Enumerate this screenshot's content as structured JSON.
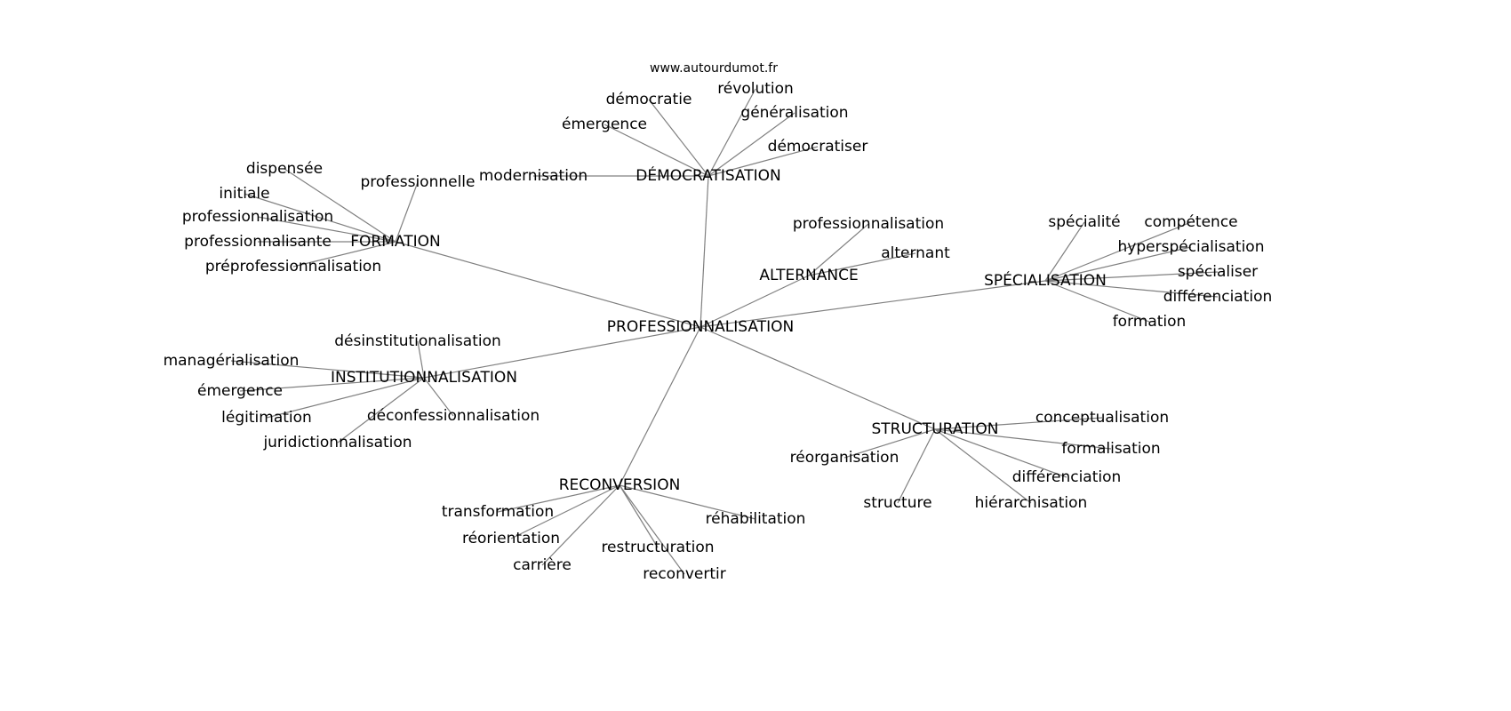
{
  "source": "www.autourdumot.fr",
  "center": "PROFESSIONNALISATION",
  "groups": [
    {
      "hub": "DÉMOCRATISATION",
      "words": [
        "démocratie",
        "révolution",
        "émergence",
        "généralisation",
        "démocratiser",
        "modernisation"
      ]
    },
    {
      "hub": "FORMATION",
      "words": [
        "dispensée",
        "professionnelle",
        "initiale",
        "professionnalisation",
        "professionnalisante",
        "préprofessionnalisation"
      ]
    },
    {
      "hub": "ALTERNANCE",
      "words": [
        "professionnalisation",
        "alternant"
      ]
    },
    {
      "hub": "SPÉCIALISATION",
      "words": [
        "spécialité",
        "compétence",
        "hyperspécialisation",
        "spécialiser",
        "différenciation",
        "formation"
      ]
    },
    {
      "hub": "INSTITUTIONNALISATION",
      "words": [
        "désinstitutionalisation",
        "managérialisation",
        "émergence",
        "légitimation",
        "déconfessionnalisation",
        "juridictionnalisation"
      ]
    },
    {
      "hub": "STRUCTURATION",
      "words": [
        "conceptualisation",
        "formalisation",
        "différenciation",
        "hiérarchisation",
        "structure",
        "réorganisation"
      ]
    },
    {
      "hub": "RECONVERSION",
      "words": [
        "transformation",
        "réorientation",
        "restructuration",
        "carrière",
        "réhabilitation",
        "reconvertir"
      ]
    }
  ]
}
